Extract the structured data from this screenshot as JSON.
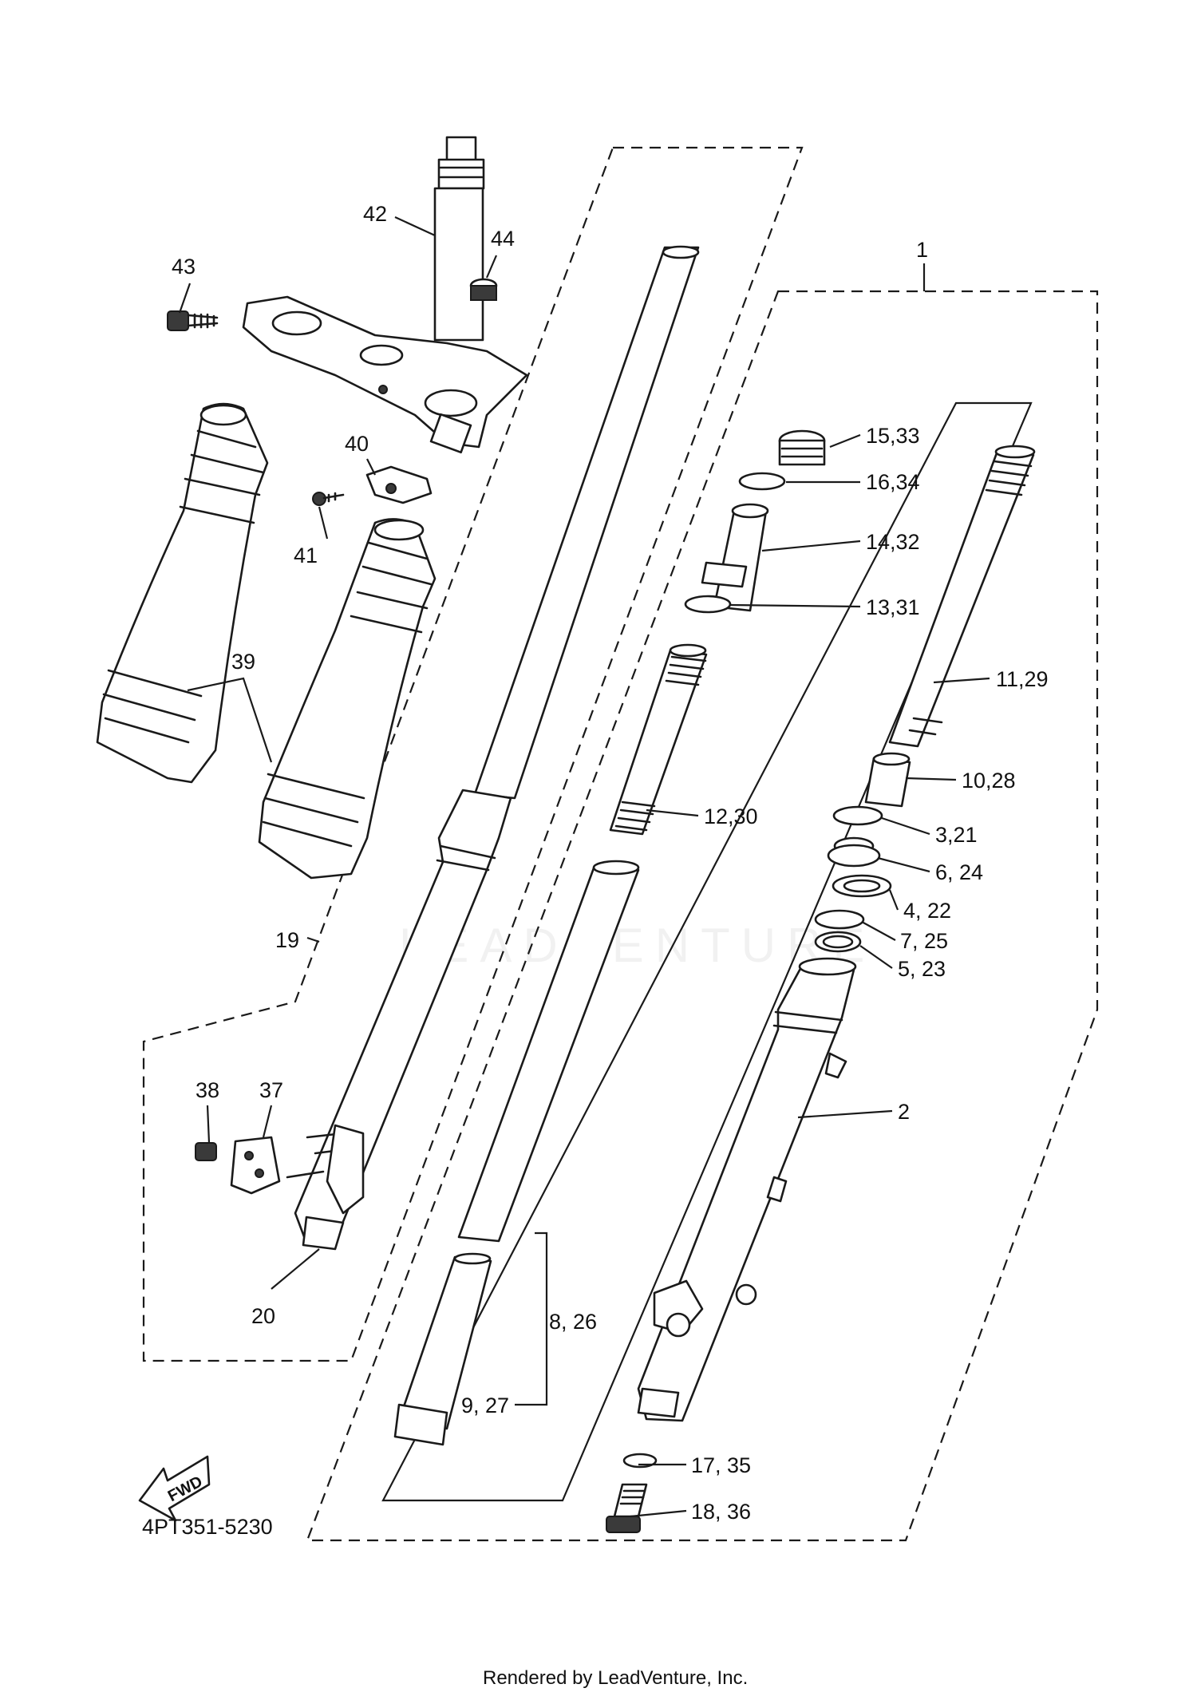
{
  "diagram_code": "4PT351-5230",
  "footer_credit": "Rendered by LeadVenture, Inc.",
  "watermark": "LEADVENTURE",
  "fwd_arrow_label": "FWD",
  "labels": {
    "l1": "1",
    "l2": "2",
    "l15_33": "15,33",
    "l16_34": "16,34",
    "l14_32": "14,32",
    "l13_31": "13,31",
    "l11_29": "11,29",
    "l12_30": "12,30",
    "l10_28": "10,28",
    "l3_21": "3,21",
    "l6_24": "6, 24",
    "l4_22": "4, 22",
    "l7_25": "7, 25",
    "l5_23": "5, 23",
    "l8_26": "8, 26",
    "l9_27": "9, 27",
    "l17_35": "17, 35",
    "l18_36": "18, 36",
    "l19": "19",
    "l20": "20",
    "l37": "37",
    "l38": "38",
    "l39": "39",
    "l40": "40",
    "l41": "41",
    "l42": "42",
    "l43": "43",
    "l44": "44"
  }
}
